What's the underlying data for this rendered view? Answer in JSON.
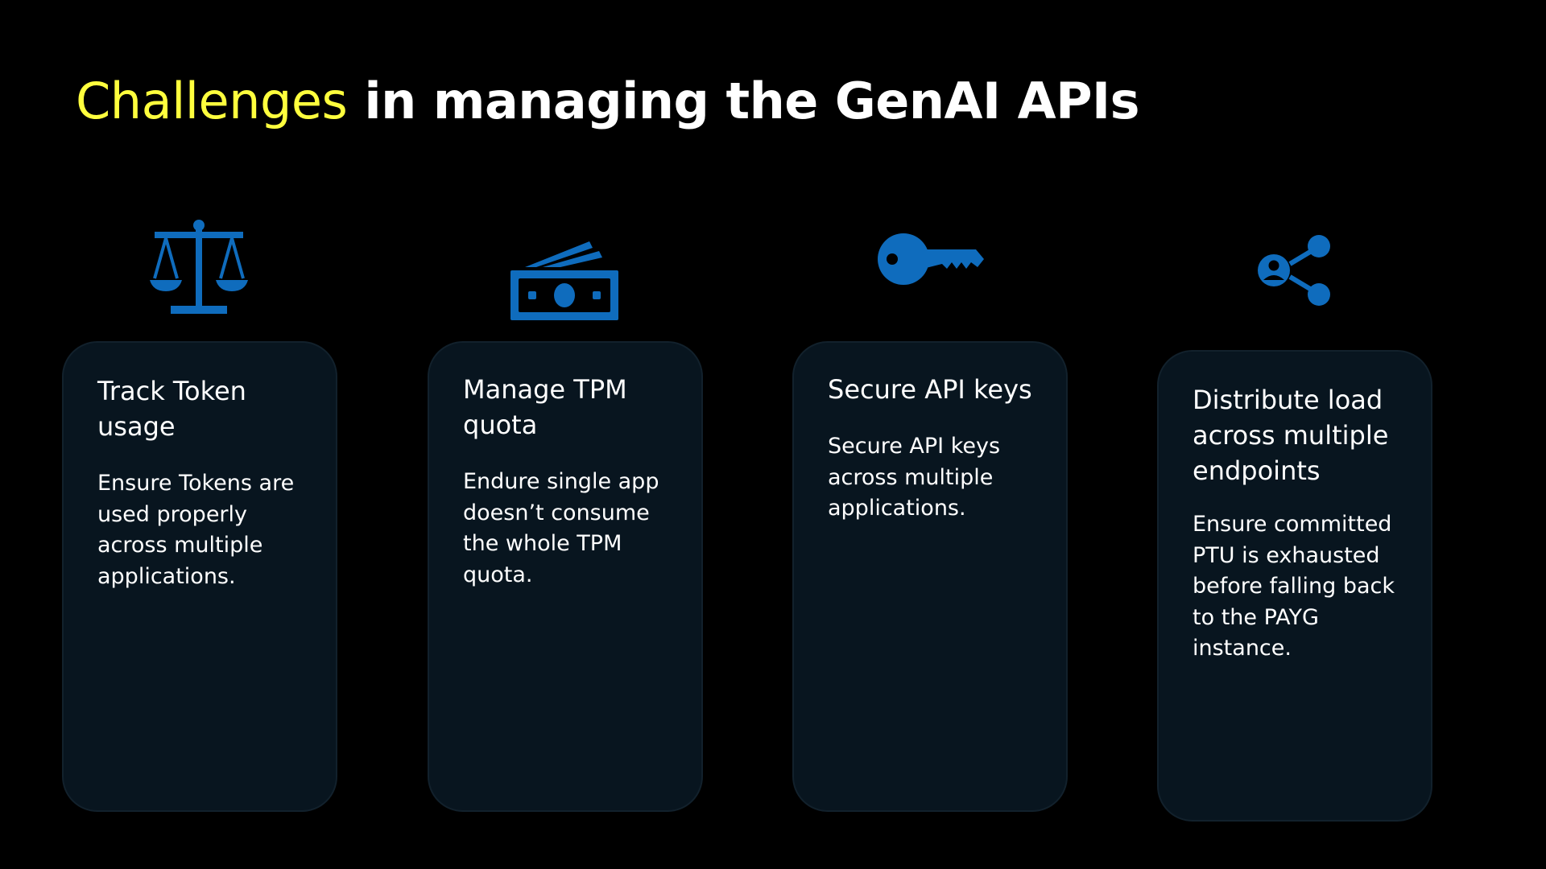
{
  "title": {
    "accent": "Challenges",
    "rest": " in managing the GenAI APIs"
  },
  "colors": {
    "accent": "#FFFF3D",
    "icon": "#0F6CBD",
    "card_background": "#08151F",
    "background": "#000000"
  },
  "cards": [
    {
      "icon": "balance-scale-icon",
      "title": "Track Token usage",
      "body": "Ensure Tokens are used properly across multiple applications."
    },
    {
      "icon": "money-bills-icon",
      "title": "Manage TPM quota",
      "body": "Endure single app doesn’t consume the whole TPM quota."
    },
    {
      "icon": "key-icon",
      "title": "Secure API keys",
      "body": "Secure API keys across multiple applications."
    },
    {
      "icon": "share-icon",
      "title": "Distribute load across multiple endpoints",
      "body": "Ensure committed PTU is exhausted before falling back to the PAYG instance."
    }
  ]
}
